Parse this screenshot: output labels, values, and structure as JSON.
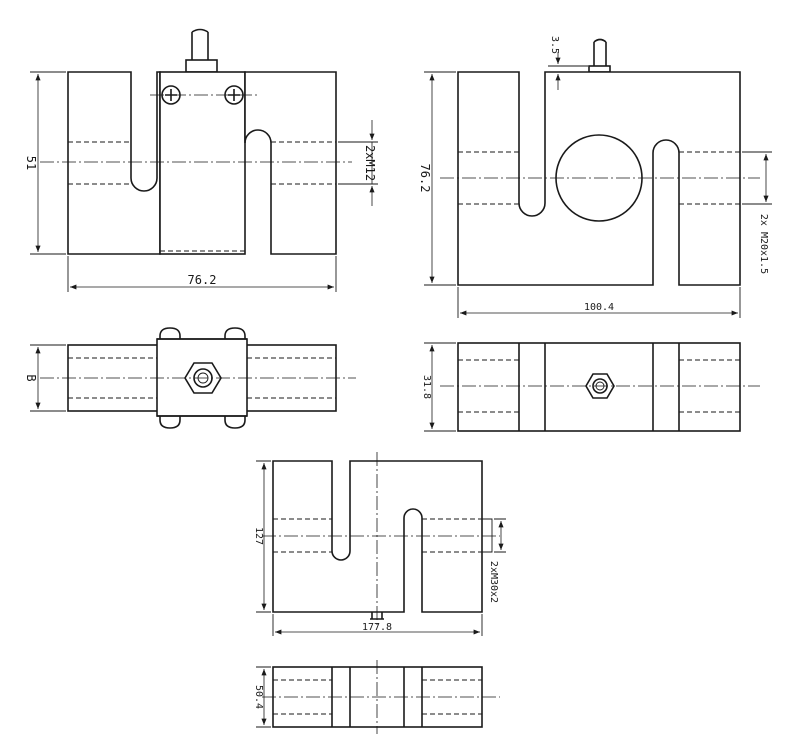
{
  "labels": {
    "front1_height": "51",
    "front1_width": "76.2",
    "front1_thread": "2xM12",
    "top1_depth": "B",
    "front2_cable_offset": "3.5",
    "front2_height": "76.2",
    "front2_width": "100.4",
    "front2_thread": "2x M20x1.5",
    "top2_depth": "31.8",
    "front3_height": "127",
    "front3_width": "177.8",
    "front3_thread": "2xM30x2",
    "top3_depth": "50.4"
  },
  "colors": {
    "line": "#1a1a1a",
    "background": "#ffffff"
  }
}
